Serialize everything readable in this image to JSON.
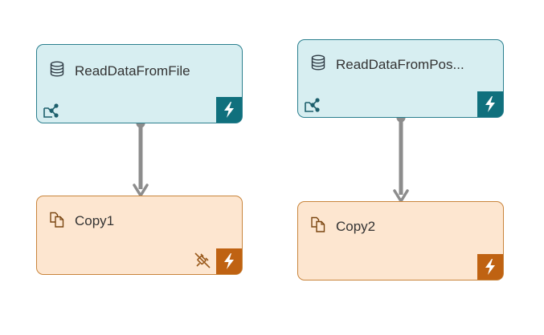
{
  "nodes": [
    {
      "label": "ReadDataFromFile",
      "kind": "source",
      "icon": "database-icon",
      "has_share": true,
      "has_plug": false
    },
    {
      "label": "ReadDataFromPos...",
      "kind": "source",
      "icon": "database-icon",
      "has_share": true,
      "has_plug": false
    },
    {
      "label": "Copy1",
      "kind": "copy",
      "icon": "copy-icon",
      "has_share": false,
      "has_plug": true
    },
    {
      "label": "Copy2",
      "kind": "copy",
      "icon": "copy-icon",
      "has_share": false,
      "has_plug": false
    }
  ],
  "edges": [
    {
      "from": "ReadDataFromFile",
      "to": "Copy1"
    },
    {
      "from": "ReadDataFromPos...",
      "to": "Copy2"
    }
  ],
  "colors": {
    "source_fill": "#d7eef1",
    "source_border": "#2a7f8e",
    "source_accent": "#10707d",
    "copy_fill": "#fde6d0",
    "copy_border": "#c9853c",
    "copy_accent": "#bf6212",
    "connector": "#8c8c8c"
  }
}
